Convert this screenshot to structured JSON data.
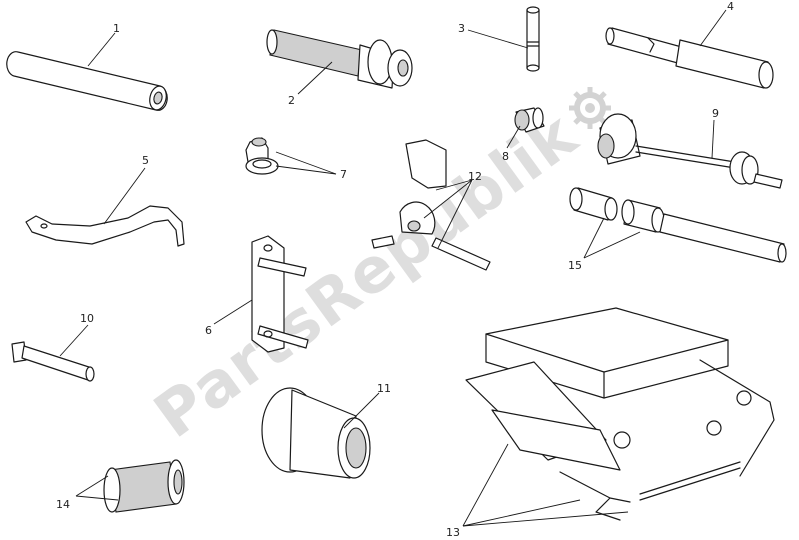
{
  "watermark": {
    "text": "PartsRepublik",
    "color": "#d3d3d3",
    "logo_icon": "gear-icon"
  },
  "callouts": {
    "c1": "1",
    "c2": "2",
    "c3": "3",
    "c4": "4",
    "c5": "5",
    "c6": "6",
    "c7": "7",
    "c8": "8",
    "c9": "9",
    "c10": "10",
    "c11": "11",
    "c12": "12",
    "c13": "13",
    "c14": "14",
    "c15": "15"
  },
  "colors": {
    "line": "#1a1a1a",
    "shading": "#cfcfcf",
    "background": "#ffffff"
  }
}
